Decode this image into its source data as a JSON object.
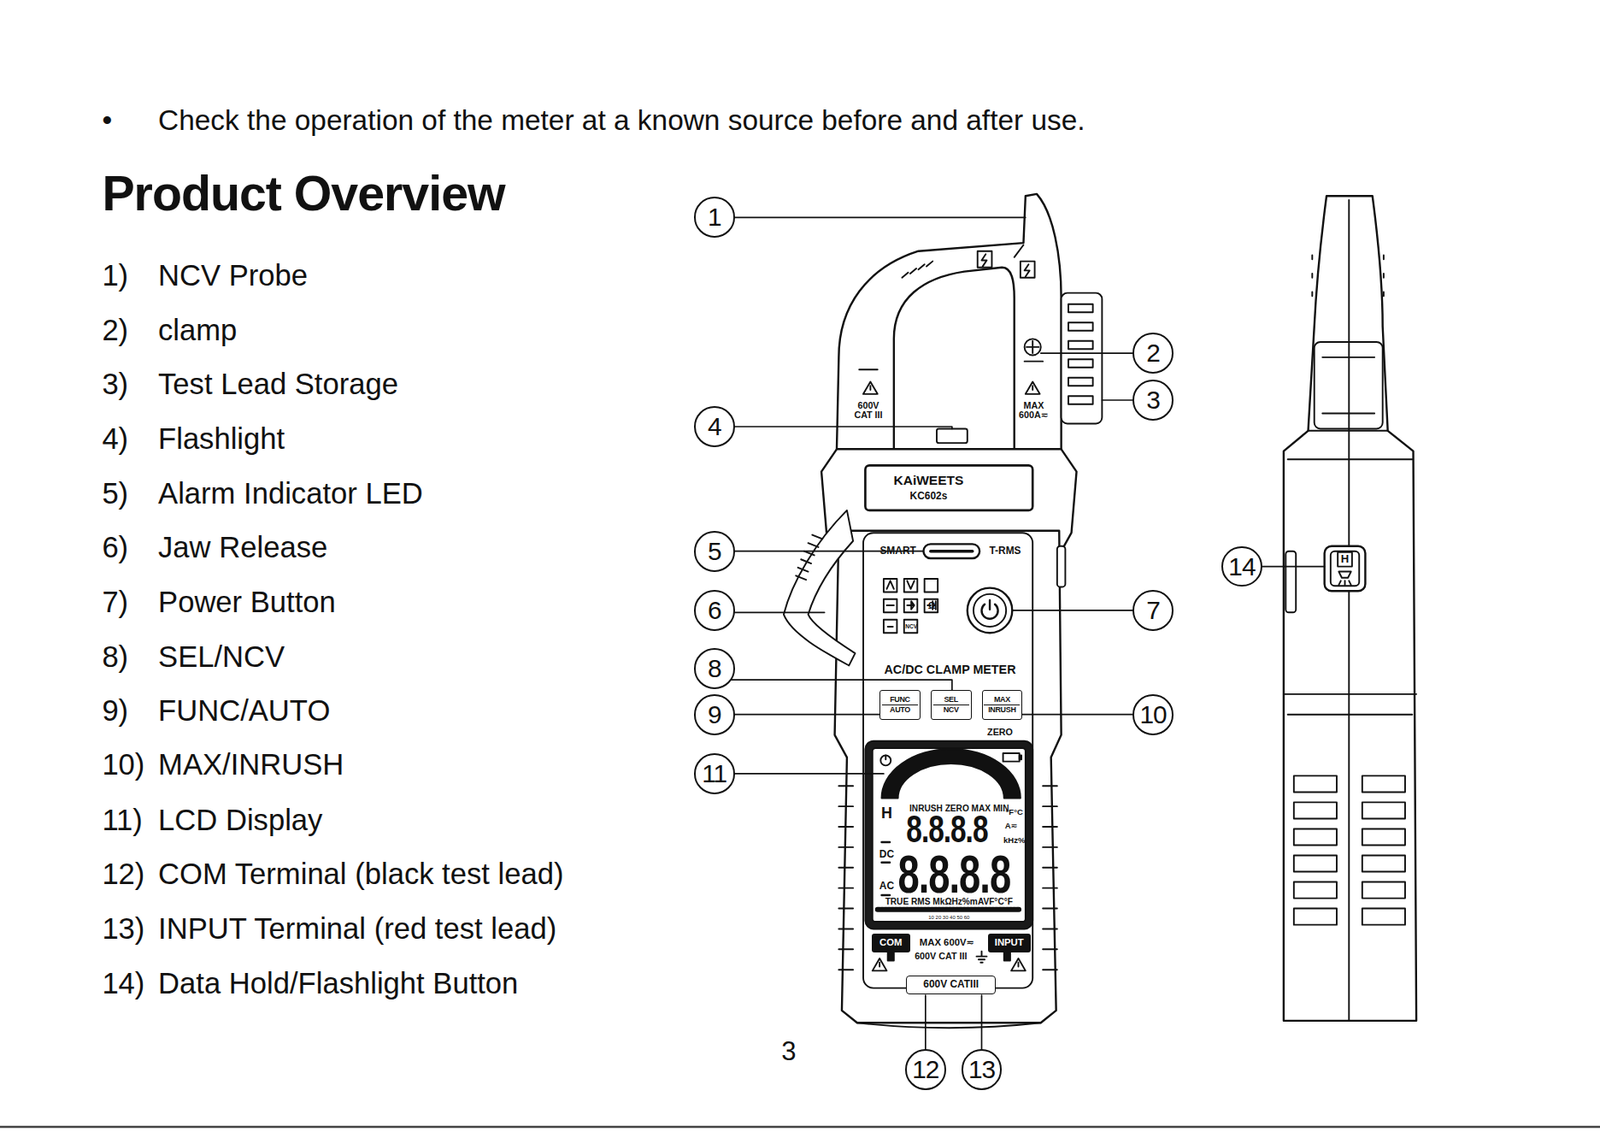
{
  "diagram": {
    "title": "Product Overview",
    "nodes": [
      {
        "text": [
          "1"
        ]
      },
      {
        "text": [
          "2"
        ]
      },
      {
        "text": [
          "3"
        ]
      },
      {
        "text": [
          "4"
        ]
      },
      {
        "text": [
          "5"
        ]
      },
      {
        "text": [
          "6"
        ]
      },
      {
        "text": [
          "7"
        ]
      },
      {
        "text": [
          "8"
        ]
      },
      {
        "text": [
          "9"
        ]
      },
      {
        "text": [
          "10"
        ]
      },
      {
        "text": [
          "11"
        ]
      },
      {
        "text": [
          "12"
        ]
      },
      {
        "text": [
          "13"
        ]
      },
      {
        "text": [
          "14"
        ]
      },
      {
        "text": [
          "FUNC",
          "AUTO"
        ]
      },
      {
        "text": [
          "SEL",
          "NCV"
        ]
      },
      {
        "text": [
          "MAX",
          "INRUSH"
        ]
      },
      {
        "text": [
          "COM"
        ]
      },
      {
        "text": [
          "INPUT"
        ]
      },
      {
        "text": [
          "600V CATIII"
        ]
      }
    ],
    "labels": [
      "•",
      "Check the operation of the meter at a known source before and after use.",
      "1)",
      "NCV Probe",
      "2)",
      "clamp",
      "3)",
      "Test Lead Storage",
      "4)",
      "Flashlight",
      "5)",
      "Alarm Indicator LED",
      "6)",
      "Jaw Release",
      "7)",
      "Power Button",
      "8)",
      "SEL/NCV",
      "9)",
      "FUNC/AUTO",
      "10)",
      "MAX/INRUSH",
      "11)",
      "LCD Display",
      "12)",
      "COM Terminal (black test lead)",
      "13)",
      "INPUT Terminal (red test lead)",
      "14)",
      "Data Hold/Flashlight Button",
      "3",
      "600V CAT III",
      "MAX 600A≂",
      "KAiWEETS",
      "KC602s",
      "SMART",
      "T-RMS",
      "Ω",
      "NCV",
      "AC/DC CLAMP METER",
      "ZERO",
      "H",
      "INRUSH ZERO MAX MIN",
      "8.8.8.8",
      "°F°C",
      "A≂",
      "kHz%",
      "DC",
      "8.8.8.8",
      "AC",
      "TRUE RMS MkΩHz%mAVF°C°F",
      "10 20 30 40 50 60",
      "MAX 600V≂",
      "600V CAT III",
      "H"
    ]
  }
}
